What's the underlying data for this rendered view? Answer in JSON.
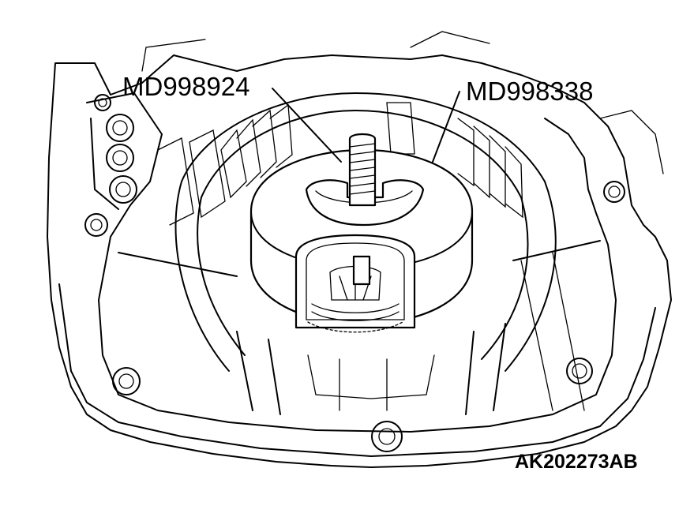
{
  "callouts": {
    "left_tool": "MD998924",
    "right_tool": "MD998338"
  },
  "figure_id": "AK202273AB"
}
